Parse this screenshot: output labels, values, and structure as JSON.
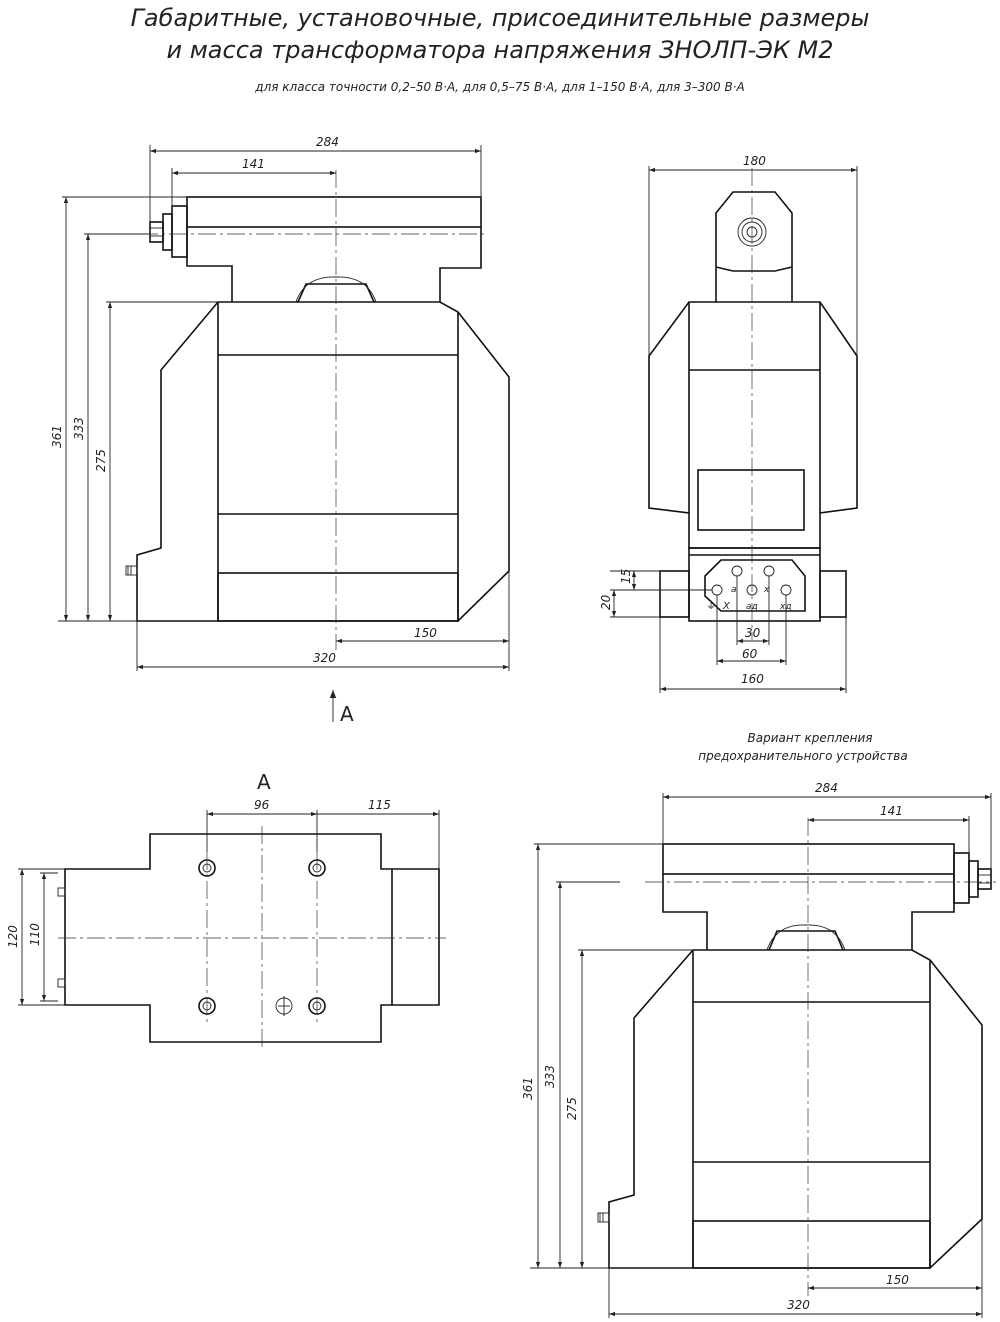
{
  "title": {
    "line1": "Габаритные, установочные, присоединительные размеры",
    "line2": "и масса трансформатора напряжения ЗНОЛП-ЭК М2",
    "subtitle": "для класса точности 0,2–50 В·А, для 0,5–75 В·А, для 1–150 В·А, для 3–300 В·А"
  },
  "front_view": {
    "dims": {
      "width_top": "284",
      "half_top": "141",
      "h_total": "361",
      "h_mid": "333",
      "h_lower": "275",
      "width_base": "320",
      "base_offset": "150"
    },
    "view_arrow": "A"
  },
  "side_view": {
    "dims": {
      "width_top": "180",
      "d15": "15",
      "d20": "20",
      "d30": "30",
      "d60": "60",
      "base_width": "160"
    },
    "terminals": {
      "a": "a",
      "x": "x",
      "X": "X",
      "ad": "aд",
      "xd": "xд",
      "ground": "⏚"
    }
  },
  "bottom_view": {
    "label": "A",
    "dims": {
      "hole_spacing": "96",
      "offset": "115",
      "width_outer": "120",
      "width_inner": "110"
    }
  },
  "variant_view": {
    "caption_line1": "Вариант крепления",
    "caption_line2": "предохранительного устройства",
    "dims": {
      "width_top": "284",
      "half_top": "141",
      "h_total": "361",
      "h_mid": "333",
      "h_lower": "275",
      "width_base": "320",
      "base_offset": "150"
    }
  }
}
